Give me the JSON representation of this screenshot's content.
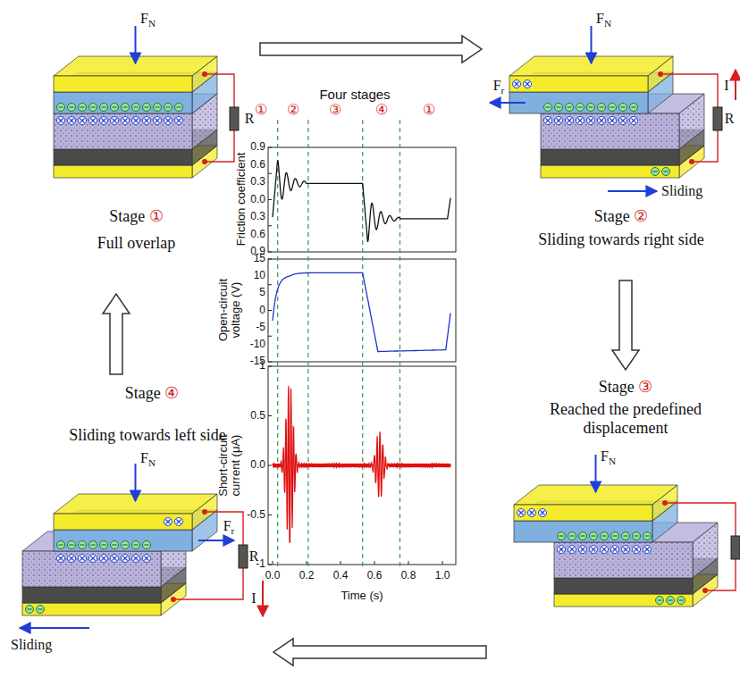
{
  "diagram": {
    "nodes": [
      {
        "text": [
          "Stage ①",
          "Full overlap"
        ]
      },
      {
        "text": [
          "Stage ②",
          "Sliding towards right side"
        ]
      },
      {
        "text": [
          "Stage ③",
          "Reached the predefined displacement"
        ]
      },
      {
        "text": [
          "Stage ④",
          "Sliding towards left side"
        ]
      }
    ],
    "edges": [
      {
        "from": 0,
        "to": 1,
        "arrow": "to"
      },
      {
        "from": 1,
        "to": 2,
        "arrow": "to"
      },
      {
        "from": 2,
        "to": 3,
        "arrow": "to"
      },
      {
        "from": 3,
        "to": 0,
        "arrow": "to"
      }
    ],
    "labels": [
      "Four stages",
      "①",
      "②",
      "③",
      "④",
      "①",
      "Friction coefficient",
      "0.9",
      "0.6",
      "0.3",
      "0.0",
      "0.3",
      "0.6",
      "0.9",
      "Open-circuit voltage (V)",
      "15",
      "10",
      "5",
      "0",
      "-5",
      "-10",
      "-15",
      "Short-circuit current (μA)",
      "1",
      "0.5",
      "0.0",
      "-0.5",
      "-1",
      "0.0",
      "0.2",
      "0.4",
      "0.6",
      "0.8",
      "1.0",
      "Time (s)",
      "FN",
      "FN",
      "FN",
      "FN",
      "R",
      "R",
      "R",
      "Fr",
      "I",
      "Sliding",
      "Fr",
      "I",
      "Sliding"
    ]
  }
}
